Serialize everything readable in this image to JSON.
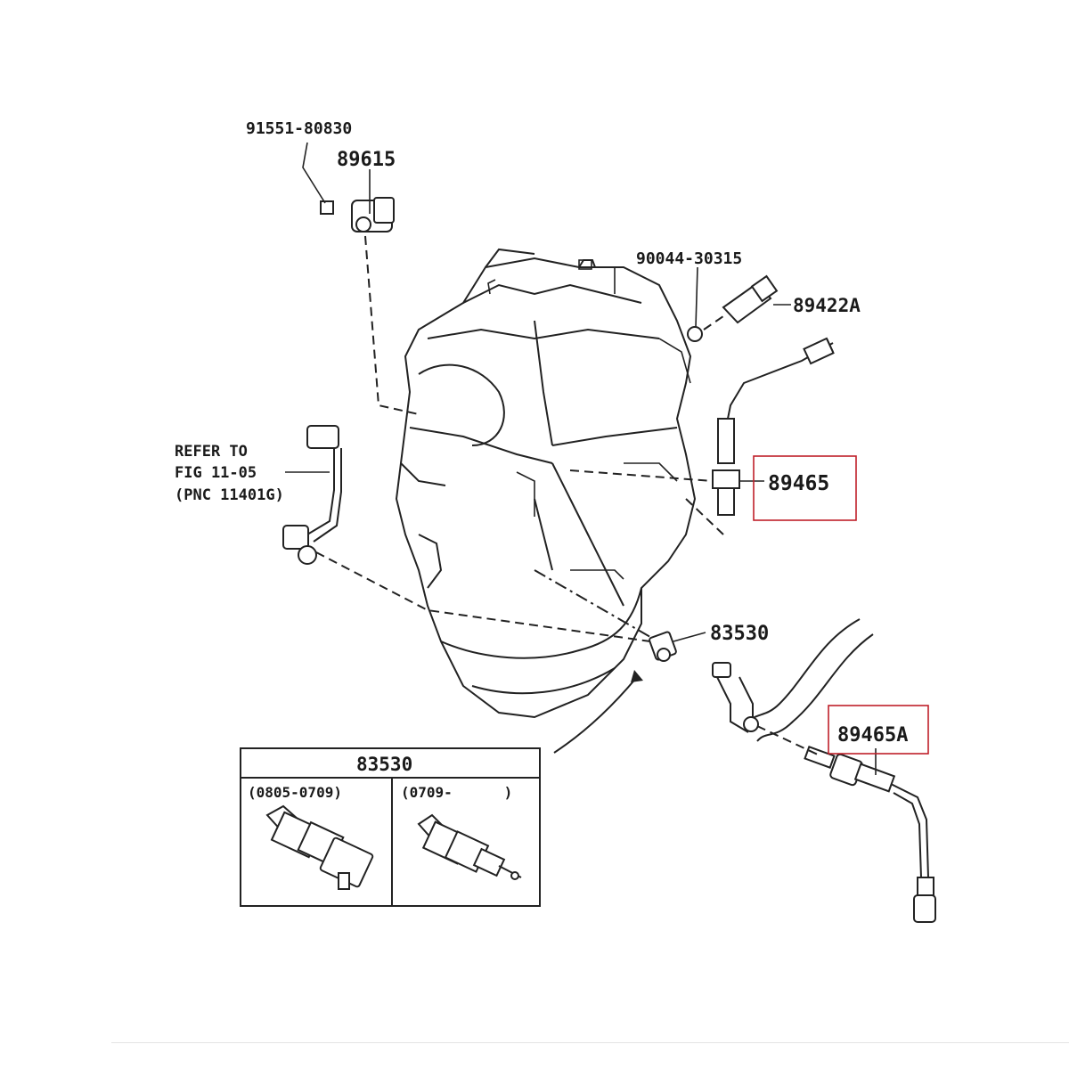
{
  "parts": {
    "bolt_91551": "91551-80830",
    "sensor_89615": "89615",
    "bolt_90044": "90044-30315",
    "sensor_89422A": "89422A",
    "sensor_89465": "89465",
    "switch_83530": "83530",
    "sensor_89465A": "89465A"
  },
  "refer_note": {
    "line1": "REFER TO",
    "line2": "FIG 11-05",
    "line3": "(PNC 11401G)"
  },
  "detail_box": {
    "title": "83530",
    "left_range": "(0805-0709)",
    "right_range": "(0709-      )"
  },
  "colors": {
    "highlight": "#c0202a",
    "ink": "#222222"
  }
}
